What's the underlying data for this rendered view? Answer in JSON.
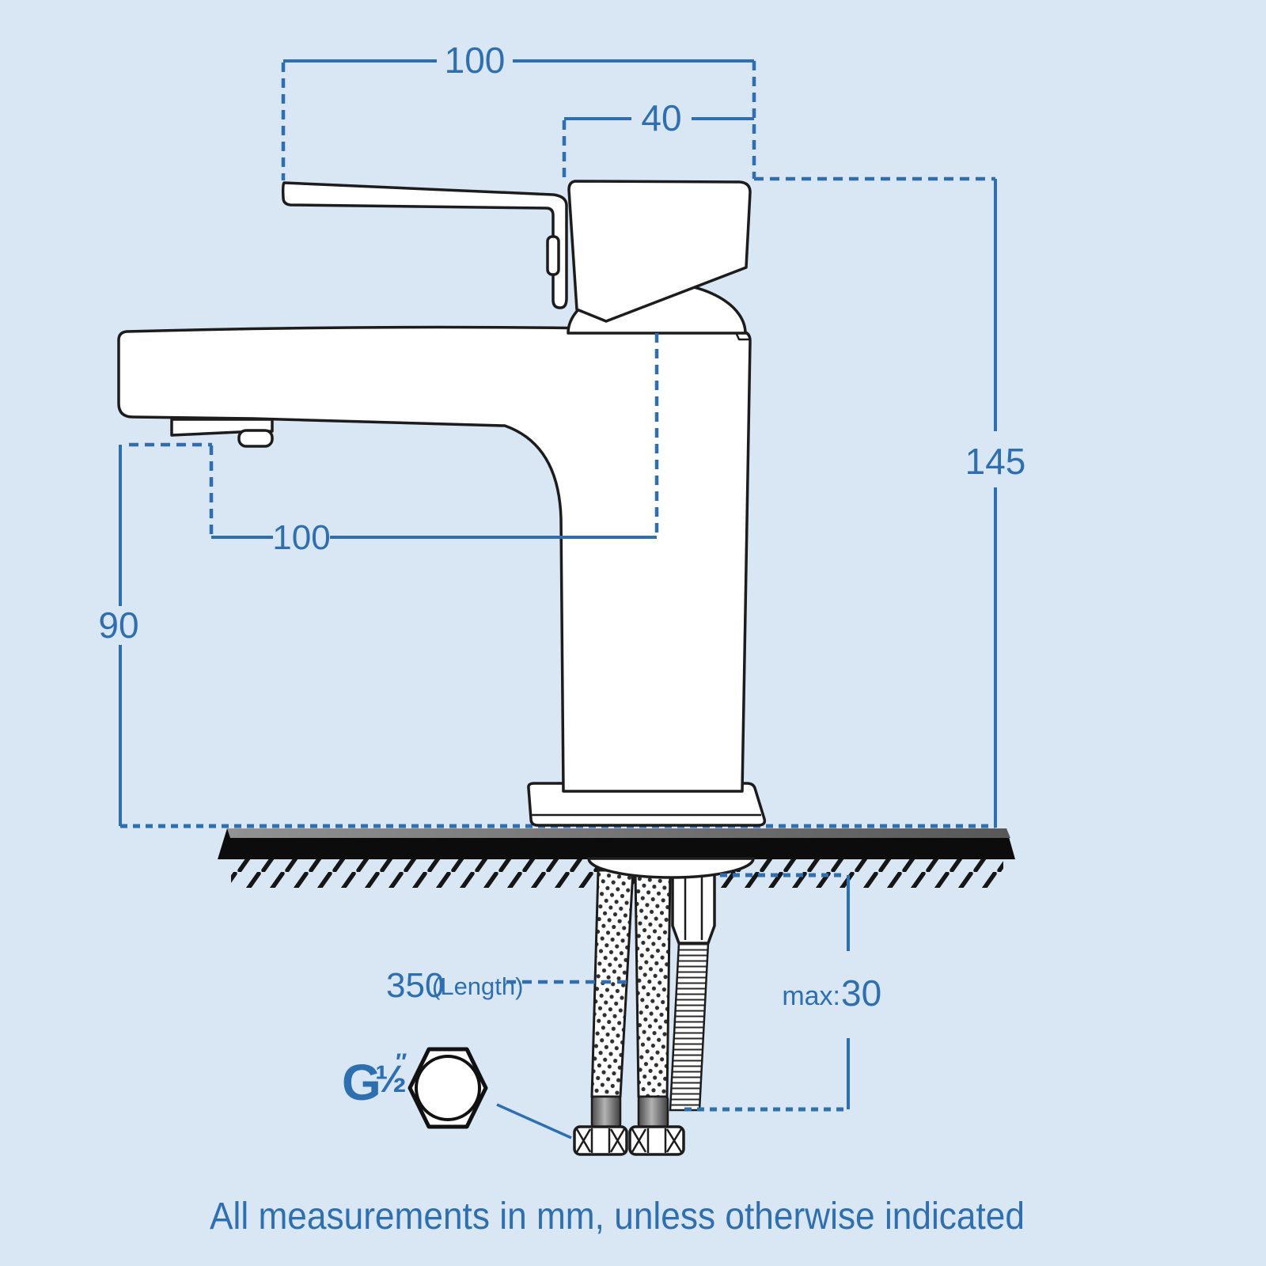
{
  "title": "Basin mixer tap dimensioned technical drawing",
  "dimensions": {
    "top_width": "100",
    "handle_depth": "40",
    "overall_height": "145",
    "spout_reach": "100",
    "spout_height": "90",
    "hose_length": "350",
    "hose_length_note": "(Length)",
    "worktop_max_prefix": "max:",
    "worktop_max_value": "30",
    "thread_g": "G",
    "thread_half": "½",
    "thread_prime": "″"
  },
  "caption": "All measurements in mm, unless otherwise indicated",
  "colors": {
    "background": "#d9e7f5",
    "dimension_blue": "#2e6fb2",
    "outline_dark": "#1c1c1c",
    "worktop_black": "#0c0c0c",
    "worktop_top_gray": "#8f8f8f"
  }
}
